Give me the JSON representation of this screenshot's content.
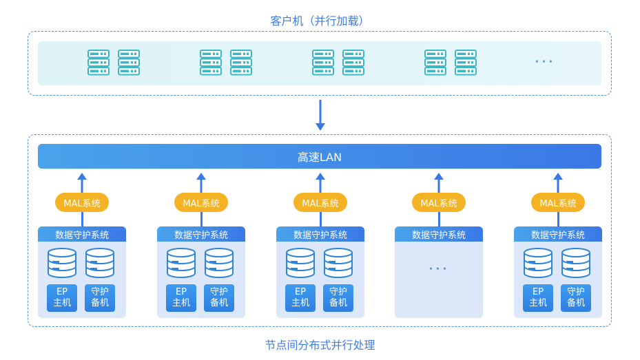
{
  "top_caption": "客户机（并行加载）",
  "bottom_caption": "节点间分布式并行处理",
  "client_ellipsis": "···",
  "lan_label": "高速LAN",
  "mal_label": "MAL系统",
  "nodes": [
    {
      "header": "数据守护系统",
      "ep": "EP\n主机",
      "guard": "守护\n备机"
    },
    {
      "header": "数据守护系统",
      "ep": "EP\n主机",
      "guard": "守护\n备机"
    },
    {
      "header": "数据守护系统",
      "ep": "EP\n主机",
      "guard": "守护\n备机"
    },
    {
      "header": "数据守护系统",
      "ellipsis": "···"
    },
    {
      "header": "数据守护系统",
      "ep": "EP\n主机",
      "guard": "守护\n备机"
    }
  ],
  "colors": {
    "accent": "#3f7be0",
    "mal": "#f4b324",
    "server": "#38b8c9",
    "database": "#2f86d8"
  },
  "icons": [
    "server-icon",
    "database-icon",
    "arrow-down-icon",
    "arrow-up-icon"
  ]
}
